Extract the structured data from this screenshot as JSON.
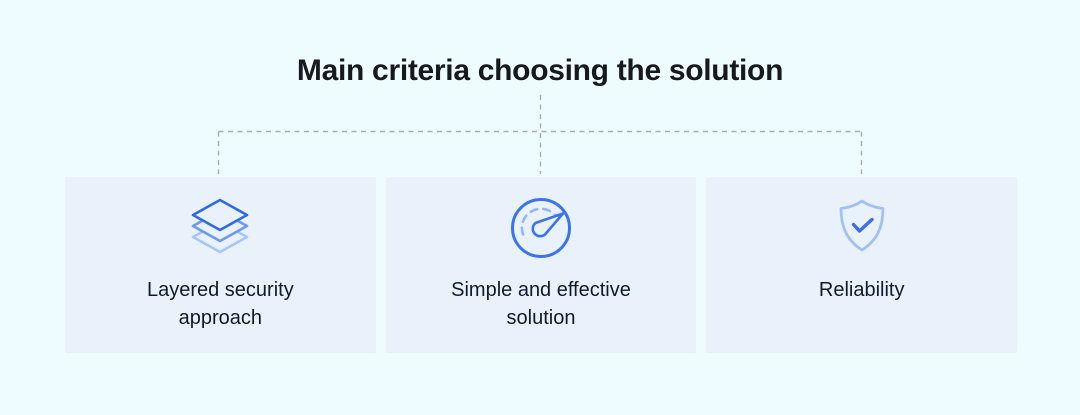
{
  "title": "Main criteria choosing the solution",
  "cards": [
    {
      "id": "layered-security-approach",
      "icon": "layers-icon",
      "label": "Layered security approach"
    },
    {
      "id": "simple-and-effective-solution",
      "icon": "gauge-icon",
      "label": "Simple and effective solution"
    },
    {
      "id": "reliability",
      "icon": "shield-check-icon",
      "label": "Reliability"
    }
  ],
  "colors": {
    "page_bg": "#effcff",
    "card_bg": "#e9f2fb",
    "title_text": "#161a20",
    "card_text": "#0f1b2d",
    "connector_line": "#a9adb0",
    "icon_blue_strong": "#2f6ae6",
    "icon_blue_mid": "#6e99f0",
    "icon_blue_light": "#a9c6f8"
  }
}
